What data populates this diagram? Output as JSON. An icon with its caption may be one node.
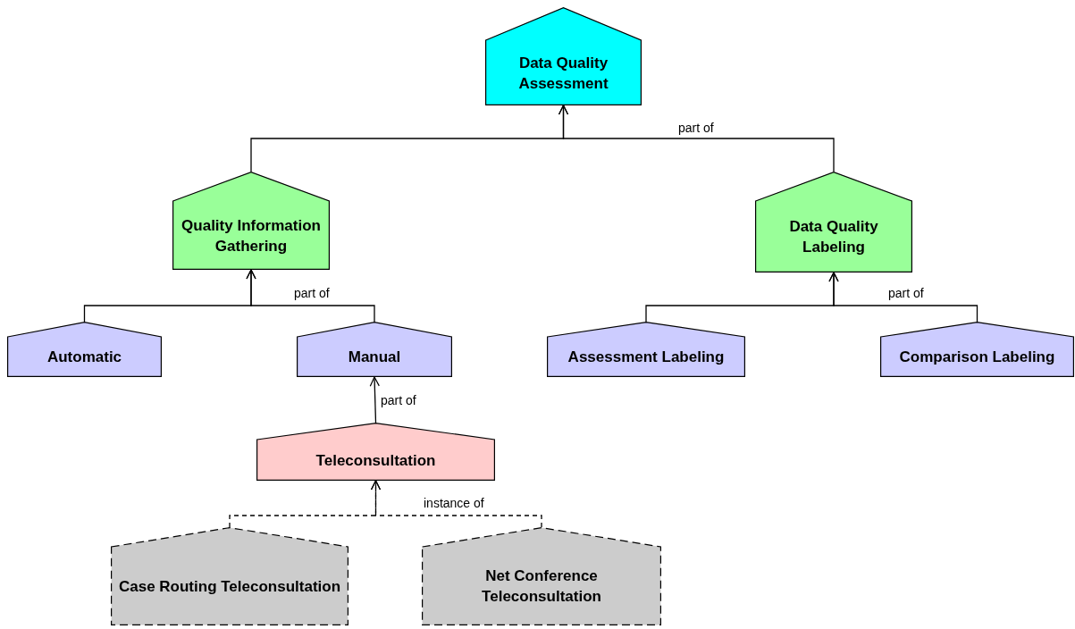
{
  "diagram": {
    "nodes": [
      {
        "text": [
          "Data Quality Assessment"
        ]
      },
      {
        "text": [
          "Quality Information Gathering"
        ]
      },
      {
        "text": [
          "Data Quality Labeling"
        ]
      },
      {
        "text": [
          "Automatic"
        ]
      },
      {
        "text": [
          "Manual"
        ]
      },
      {
        "text": [
          "Assessment Labeling"
        ]
      },
      {
        "text": [
          "Comparison Labeling"
        ]
      },
      {
        "text": [
          "Teleconsultation"
        ]
      },
      {
        "text": [
          "Case Routing Teleconsultation"
        ]
      },
      {
        "text": [
          "Net Conference Teleconsultation"
        ]
      }
    ],
    "edges": [
      {
        "from": 1,
        "to": 0,
        "arrow": "to"
      },
      {
        "from": 2,
        "to": 0,
        "arrow": "to",
        "label": "part of"
      },
      {
        "from": 3,
        "to": 1,
        "arrow": "to"
      },
      {
        "from": 4,
        "to": 1,
        "arrow": "to",
        "label": "part of"
      },
      {
        "from": 5,
        "to": 2,
        "arrow": "to"
      },
      {
        "from": 6,
        "to": 2,
        "arrow": "to",
        "label": "part of"
      },
      {
        "from": 7,
        "to": 4,
        "arrow": "to",
        "label": "part of"
      },
      {
        "from": 8,
        "to": 7,
        "arrow": "to",
        "style": "dashed"
      },
      {
        "from": 9,
        "to": 7,
        "arrow": "to",
        "style": "dashed",
        "label": "instance of"
      }
    ]
  }
}
